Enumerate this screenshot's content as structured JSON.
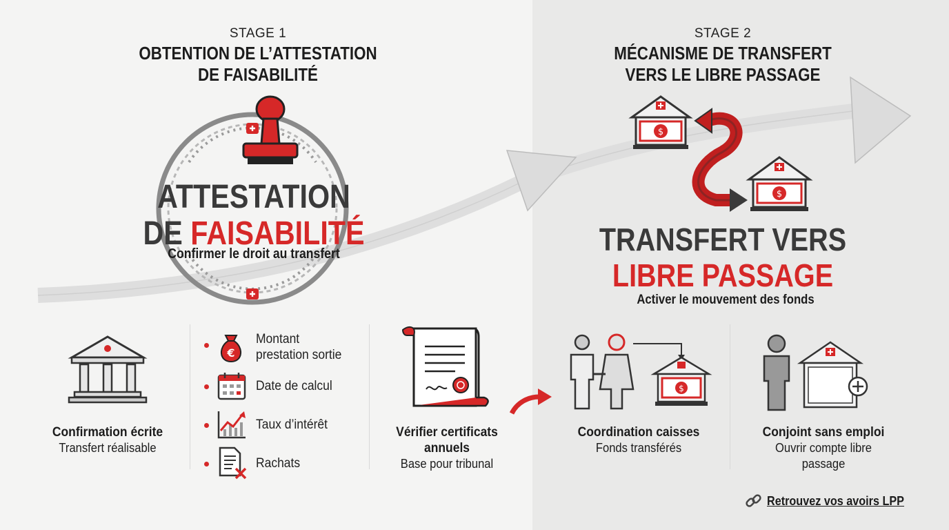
{
  "stage1": {
    "label": "STAGE 1",
    "title_line1": "OBTENTION DE L’ATTESTATION",
    "title_line2": "DE FAISABILITÉ",
    "hero_line1": "ATTESTATION",
    "hero_line2_prefix": "DE ",
    "hero_line2_highlight": "FAISABILITÉ",
    "hero_subtitle": "Confirmer le droit au transfert"
  },
  "stage2": {
    "label": "STAGE 2",
    "title_line1": "MÉCANISME DE TRANSFERT",
    "title_line2": "VERS LE LIBRE PASSAGE",
    "hero_line1": "TRANSFERT VERS",
    "hero_line2": "LIBRE PASSAGE",
    "hero_subtitle": "Activer le mouvement des fonds"
  },
  "items": {
    "confirmation": {
      "title": "Confirmation écrite",
      "subtitle": "Transfert réalisable"
    },
    "checklist": [
      {
        "icon": "money-bag-euro-icon",
        "label_line1": "Montant",
        "label_line2": "prestation sortie"
      },
      {
        "icon": "calendar-icon",
        "label_line1": "Date de calcul",
        "label_line2": ""
      },
      {
        "icon": "line-chart-icon",
        "label_line1": "Taux d’intérêt",
        "label_line2": ""
      },
      {
        "icon": "document-x-icon",
        "label_line1": "Rachats",
        "label_line2": ""
      }
    ],
    "certificates": {
      "title_line1": "Vérifier certificats",
      "title_line2": "annuels",
      "subtitle": "Base pour tribunal"
    },
    "coordination": {
      "title": "Coordination caisses",
      "subtitle": "Fonds transférés"
    },
    "spouse": {
      "title": "Conjoint sans emploi",
      "subtitle": "Ouvrir compte libre passage"
    }
  },
  "footer": {
    "link_text": "Retrouvez vos avoirs LPP"
  },
  "colors": {
    "accent": "#d62828",
    "dark": "#333333",
    "grey": "#6e6e6e",
    "arrow": "#d9d9d9"
  }
}
